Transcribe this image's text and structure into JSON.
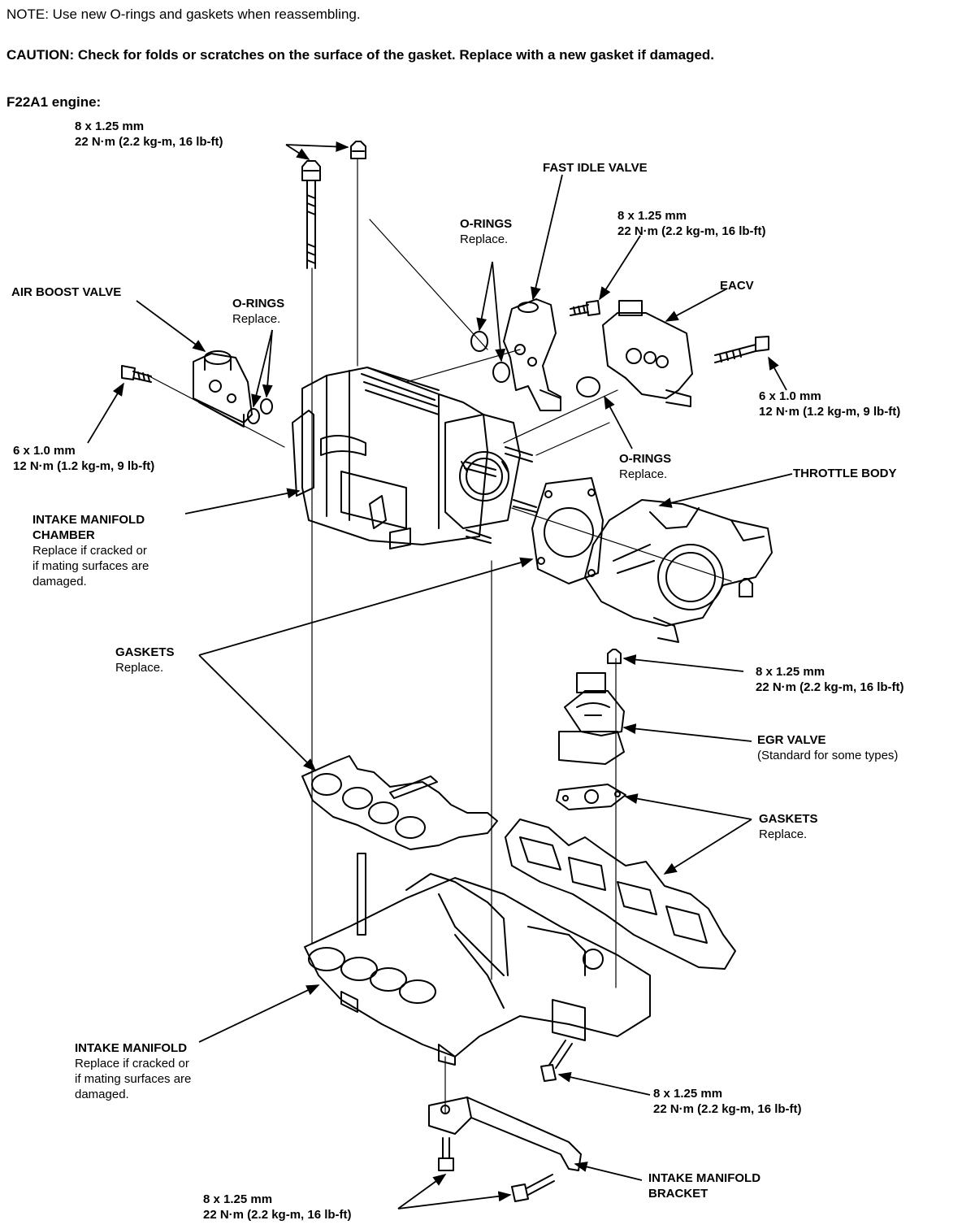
{
  "header": {
    "note": "NOTE:  Use new O-rings and gaskets when reassembling.",
    "caution_label": "CAUTION:",
    "caution_text": "Check for folds or scratches on the surface of the gasket. Replace with a new gasket if damaged.",
    "engine": "F22A1 engine:"
  },
  "labels": {
    "bolt_top": {
      "l1": "8 x 1.25 mm",
      "l2": "22 N·m (2.2 kg-m, 16 lb-ft)"
    },
    "fast_idle_valve": {
      "title": "FAST IDLE VALVE"
    },
    "oring_fiv": {
      "title": "O-RINGS",
      "sub": "Replace."
    },
    "bolt_fiv": {
      "l1": "8 x 1.25 mm",
      "l2": "22 N·m (2.2 kg-m, 16 lb-ft)"
    },
    "air_boost_valve": {
      "title": "AIR BOOST VALVE"
    },
    "oring_abv": {
      "title": "O-RINGS",
      "sub": "Replace."
    },
    "eacv": {
      "title": "EACV"
    },
    "bolt_eacv": {
      "l1": "6 x 1.0 mm",
      "l2": "12 N·m (1.2 kg-m, 9 lb-ft)"
    },
    "bolt_abv": {
      "l1": "6 x 1.0 mm",
      "l2": "12 N·m (1.2 kg-m, 9 lb-ft)"
    },
    "oring_eacv": {
      "title": "O-RINGS",
      "sub": "Replace."
    },
    "throttle_body": {
      "title": "THROTTLE BODY"
    },
    "chamber": {
      "l1": "INTAKE MANIFOLD",
      "l2": "CHAMBER",
      "s1": "Replace if cracked or",
      "s2": "if mating surfaces are",
      "s3": "damaged."
    },
    "gaskets_left": {
      "title": "GASKETS",
      "sub": "Replace."
    },
    "bolt_egr": {
      "l1": "8 x 1.25 mm",
      "l2": "22 N·m (2.2 kg-m, 16 lb-ft)"
    },
    "egr_valve": {
      "title": "EGR VALVE",
      "sub": "(Standard for some types)"
    },
    "gaskets_right": {
      "title": "GASKETS",
      "sub": "Replace."
    },
    "manifold": {
      "l1": "INTAKE MANIFOLD",
      "s1": "Replace if cracked or",
      "s2": "if mating surfaces are",
      "s3": "damaged."
    },
    "bolt_manifold": {
      "l1": "8 x 1.25 mm",
      "l2": "22 N·m (2.2 kg-m, 16 lb-ft)"
    },
    "bracket": {
      "l1": "INTAKE MANIFOLD",
      "l2": "BRACKET"
    },
    "bolt_bottom": {
      "l1": "8 x 1.25 mm",
      "l2": "22 N·m (2.2 kg-m, 16 lb-ft)"
    }
  }
}
